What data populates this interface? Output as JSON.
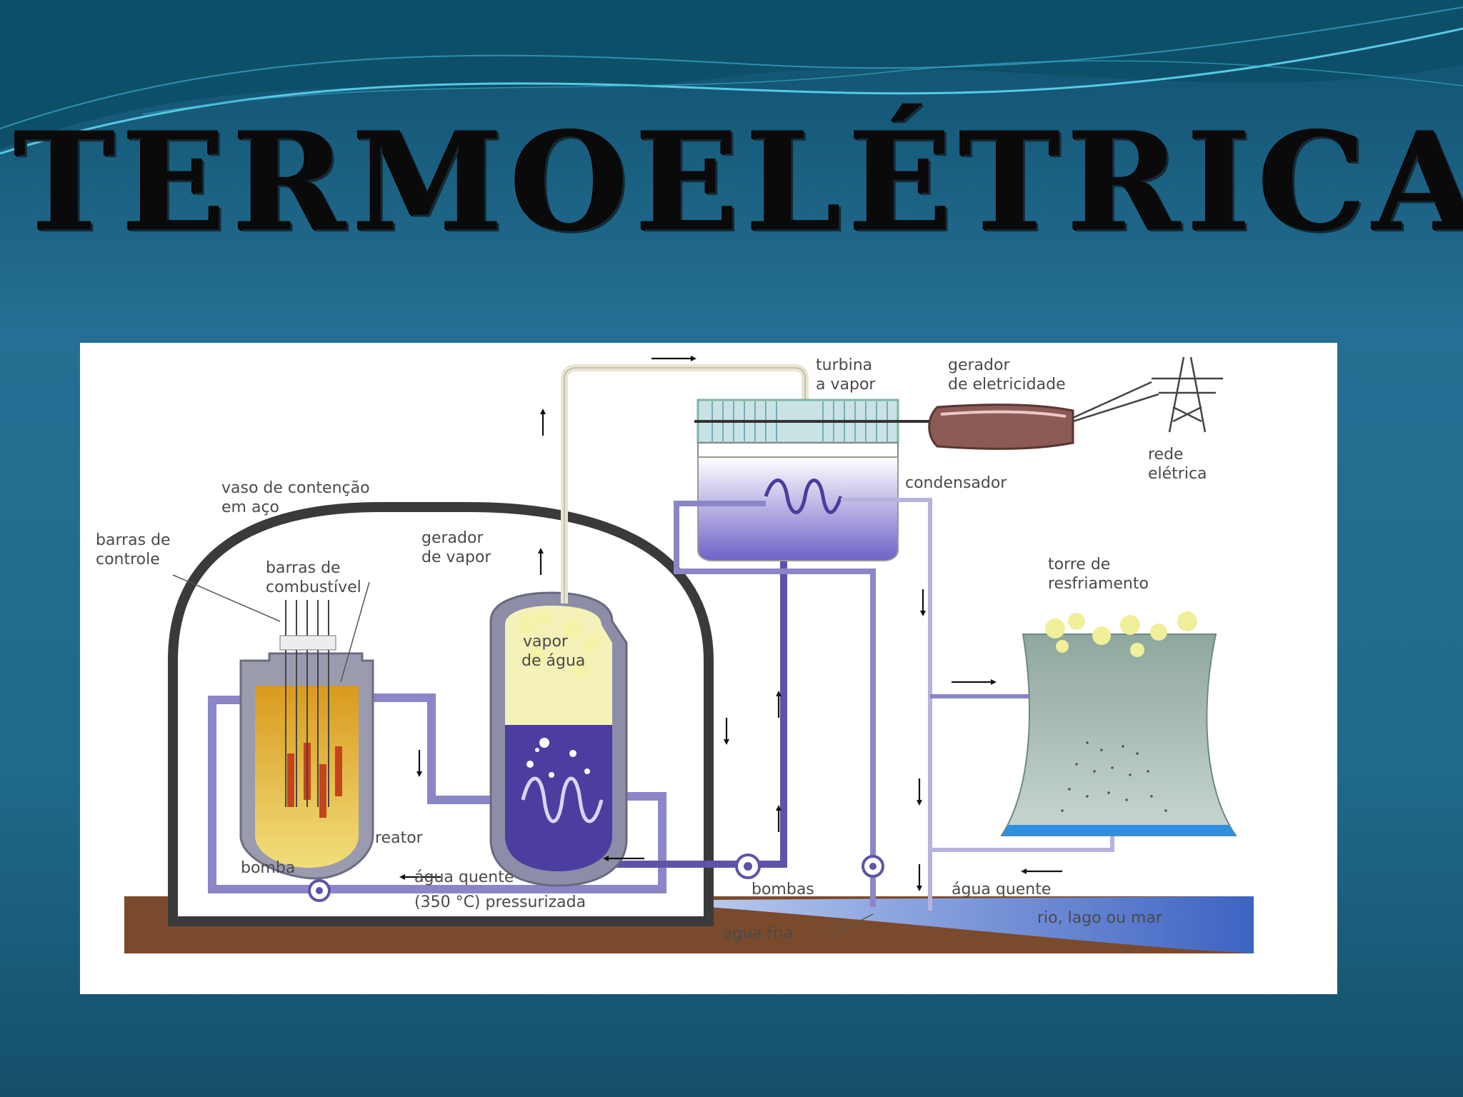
{
  "slide": {
    "title": "TERMOELÉTRICA"
  },
  "diagram": {
    "labels": {
      "turbina_line1": "turbina",
      "turbina_line2": "a vapor",
      "gerador_eletr_line1": "gerador",
      "gerador_eletr_line2": "de eletricidade",
      "rede_line1": "rede",
      "rede_line2": "elétrica",
      "condensador": "condensador",
      "vaso_line1": "vaso de contenção",
      "vaso_line2": "em aço",
      "barras_controle_line1": "barras de",
      "barras_controle_line2": "controle",
      "barras_comb_line1": "barras de",
      "barras_comb_line2": "combustível",
      "gerador_vapor_line1": "gerador",
      "gerador_vapor_line2": "de vapor",
      "vapor_agua_line1": "vapor",
      "vapor_agua_line2": "de água",
      "torre_line1": "torre de",
      "torre_line2": "resfriamento",
      "reator": "reator",
      "bomba": "bomba",
      "agua_quente_reactor": "água quente",
      "pressurizada": "(350 °C) pressurizada",
      "bombas": "bombas",
      "agua_fria": "água fria",
      "agua_quente_tower": "água quente",
      "rio": "rio, lago ou mar"
    }
  },
  "colors": {
    "background_top": "#0e5a78",
    "background_bottom": "#1f6e8e",
    "ground": "#7a4a2c",
    "water_body": "#6b8bd0",
    "pipe": "#8a86c7",
    "reactor_core": "#e0a72e",
    "steam": "#f4f2b8",
    "coolant": "#4c3ea0"
  }
}
